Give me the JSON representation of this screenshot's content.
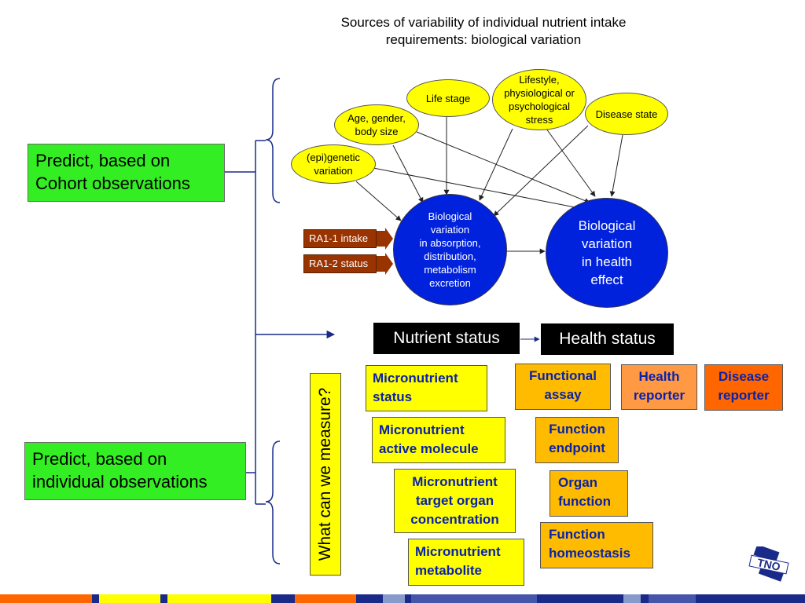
{
  "title": {
    "line1": "Sources of variability of individual nutrient intake",
    "line2": "requirements: biological variation"
  },
  "predict_cohort": {
    "line1": "Predict, based on",
    "line2": "Cohort observations"
  },
  "predict_individual": {
    "line1": "Predict, based on",
    "line2": "individual observations"
  },
  "factors": {
    "epigenetic": {
      "line1": "(epi)genetic",
      "line2": "variation"
    },
    "age": {
      "line1": "Age, gender,",
      "line2": "body size"
    },
    "life_stage": "Life stage",
    "lifestyle": {
      "line1": "Lifestyle,",
      "line2": "physiological or",
      "line3": "psychological",
      "line4": "stress"
    },
    "disease_state": "Disease state"
  },
  "bio_absorption": "Biological\nvariation\nin absorption,\ndistribution,\nmetabolism\nexcretion",
  "bio_health": "Biological\nvariation\nin health\neffect",
  "ra_intake": "RA1-1 intake",
  "ra_status": "RA1-2 status",
  "nutrient_status": "Nutrient status",
  "health_status": "Health status",
  "measure_label": "What can we measure?",
  "micro": {
    "status": {
      "line1": "Micronutrient",
      "line2": "status"
    },
    "active": {
      "line1": "Micronutrient",
      "line2": "active molecule"
    },
    "target": {
      "line1": "Micronutrient",
      "line2": "target organ",
      "line3": "concentration"
    },
    "metabolite": {
      "line1": "Micronutrient",
      "line2": "metabolite"
    }
  },
  "functional": {
    "assay": {
      "line1": "Functional",
      "line2": "assay"
    },
    "endpoint": {
      "line1": "Function",
      "line2": "endpoint"
    },
    "organ": {
      "line1": "Organ",
      "line2": "function"
    },
    "homeostasis": {
      "line1": "Function",
      "line2": "homeostasis"
    }
  },
  "health_reporter": {
    "line1": "Health",
    "line2": "reporter"
  },
  "disease_reporter": {
    "line1": "Disease",
    "line2": "reporter"
  },
  "logo_text": "TNO",
  "colors": {
    "green": "#33ee22",
    "yellow": "#ffff00",
    "blue": "#0022dd",
    "brown": "#993300",
    "orange_light": "#ffbb00",
    "orange_mid": "#ff9944",
    "orange_dark": "#ff6600",
    "navy": "#1a2a88"
  }
}
